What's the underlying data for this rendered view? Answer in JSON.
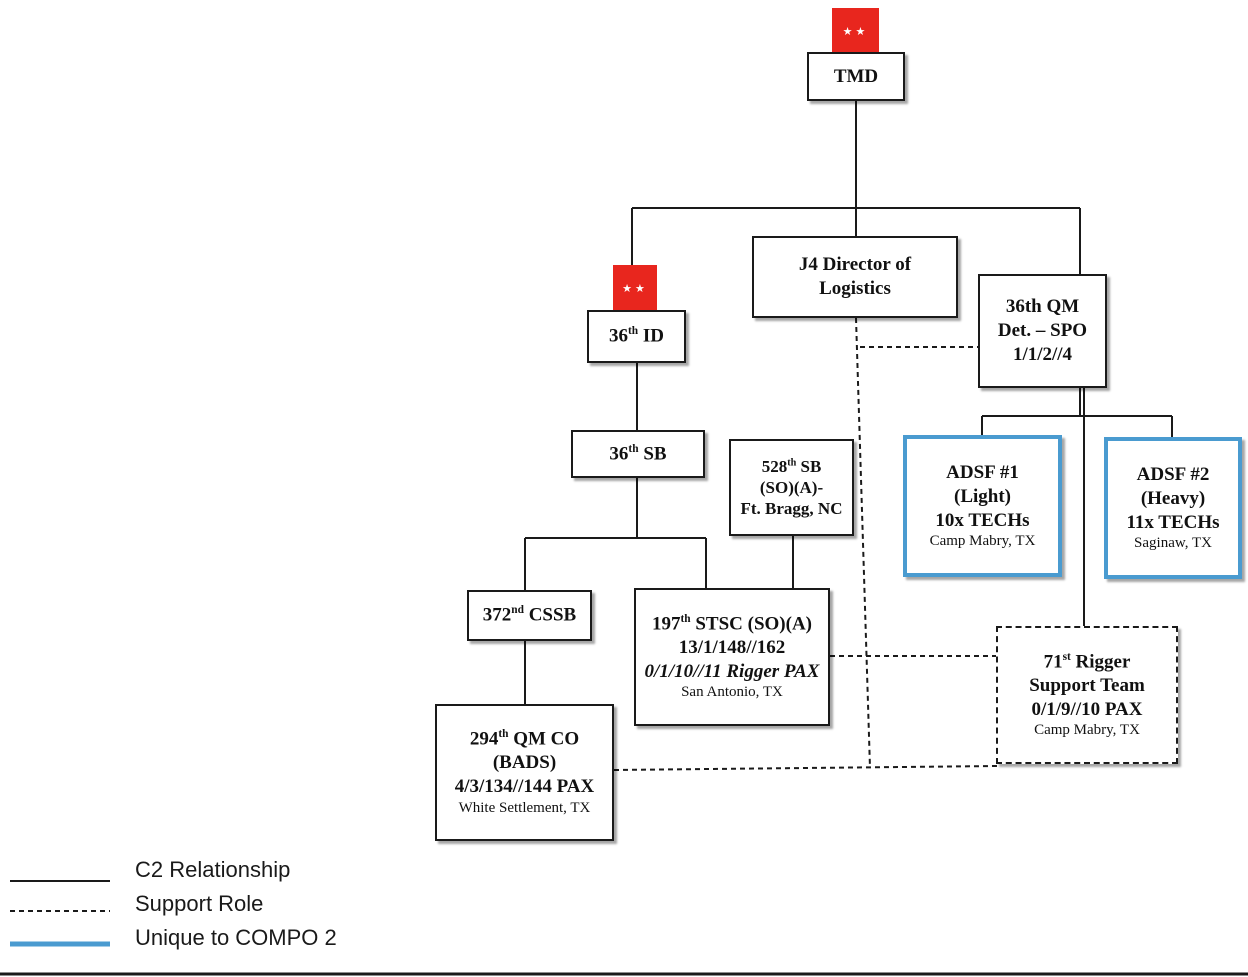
{
  "nodes": {
    "tmd": {
      "lines": [
        "TMD"
      ]
    },
    "j4": {
      "lines": [
        "J4 Director of",
        "Logistics"
      ]
    },
    "qm36": {
      "lines": [
        "36th QM",
        "Det. – SPO",
        "1/1/2//4"
      ]
    },
    "id36": {
      "base": "36",
      "sup": "th",
      "rest": " ID"
    },
    "sb36": {
      "base": "36",
      "sup": "th",
      "rest": " SB"
    },
    "sb528": {
      "base": "528",
      "sup": "th",
      "rest": " SB",
      "lines": [
        "(SO)(A)-",
        "Ft. Bragg, NC"
      ]
    },
    "adsf1": {
      "lines": [
        "ADSF #1",
        "(Light)",
        "10x TECHs"
      ],
      "location": "Camp Mabry, TX"
    },
    "adsf2": {
      "lines": [
        "ADSF #2",
        "(Heavy)",
        "11x TECHs"
      ],
      "location": "Saginaw, TX"
    },
    "cssb372": {
      "base": "372",
      "sup": "nd",
      "rest": " CSSB"
    },
    "stsc197": {
      "base": "197",
      "sup": "th",
      "rest": " STSC (SO)(A)",
      "lines": [
        "13/1/148//162"
      ],
      "italic": "0/1/10//11 Rigger PAX",
      "location": "San Antonio, TX"
    },
    "rigger71": {
      "base": "71",
      "sup": "st",
      "rest": " Rigger",
      "lines": [
        "Support Team",
        "0/1/9//10 PAX"
      ],
      "location": "Camp Mabry, TX"
    },
    "qm294": {
      "base": "294",
      "sup": "th",
      "rest": " QM CO",
      "lines": [
        "(BADS)",
        "4/3/134//144 PAX"
      ],
      "location": "White Settlement, TX"
    }
  },
  "legend": {
    "c2": "C2 Relationship",
    "support": "Support Role",
    "compo2": "Unique to COMPO 2"
  },
  "colors": {
    "flag": "#e8261e",
    "compo2": "#4a9bd0",
    "line": "#1a1a1a"
  },
  "icons": {
    "general_flag": "two-star-general-flag-icon"
  }
}
